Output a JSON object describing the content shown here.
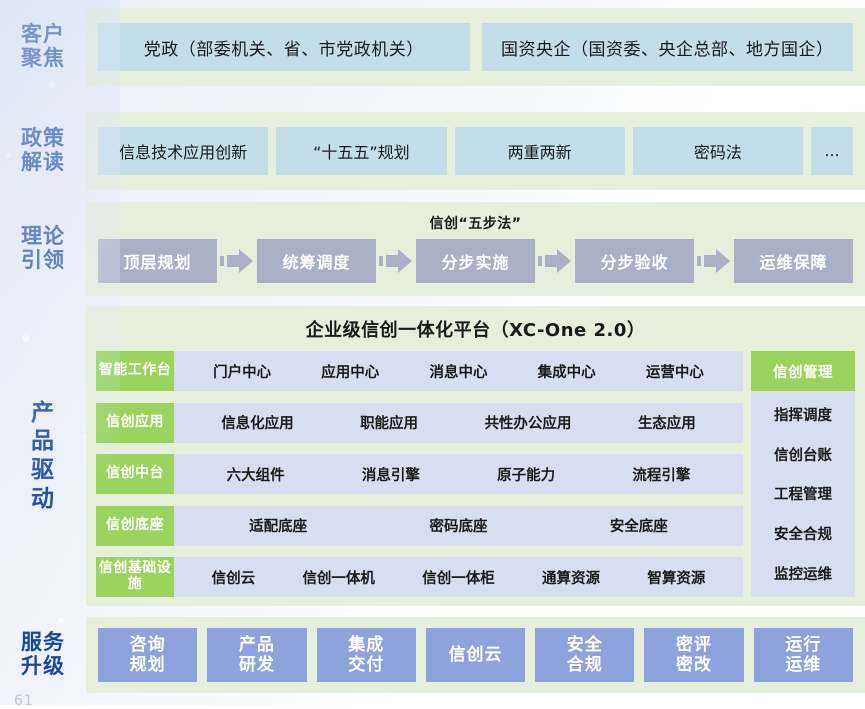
{
  "page_number": "61",
  "colors": {
    "band_bg": "#e6efdb",
    "chip_blue": "#c3dee9",
    "step_gray": "#aab1c6",
    "tag_green": "#9ad45f",
    "item_lavender": "#d7deef",
    "service_blue": "#8ea2dc",
    "label_navy": "#17479e"
  },
  "bands": {
    "customers": {
      "label_lines": [
        "客户",
        "聚焦"
      ],
      "chips": [
        "党政（部委机关、省、市党政机关）",
        "国资央企（国资委、央企总部、地方国企）"
      ]
    },
    "policy": {
      "label_lines": [
        "政策",
        "解读"
      ],
      "chips": [
        "信息技术应用创新",
        "“十五五”规划",
        "两重两新",
        "密码法",
        "…"
      ]
    },
    "theory": {
      "label_lines": [
        "理论",
        "引领"
      ],
      "title": "信创“五步法”",
      "steps": [
        "顶层规划",
        "统筹调度",
        "分步实施",
        "分步验收",
        "运维保障"
      ]
    },
    "product": {
      "label_lines": [
        "产",
        "品",
        "驱",
        "动"
      ],
      "title": "企业级信创一体化平台（XC-One 2.0）",
      "stack": [
        {
          "tag": "智能工作台",
          "items": [
            "门户中心",
            "应用中心",
            "消息中心",
            "集成中心",
            "运营中心"
          ]
        },
        {
          "tag": "信创应用",
          "items": [
            "信息化应用",
            "职能应用",
            "共性办公应用",
            "生态应用"
          ]
        },
        {
          "tag": "信创中台",
          "items": [
            "六大组件",
            "消息引擎",
            "原子能力",
            "流程引擎"
          ]
        },
        {
          "tag": "信创底座",
          "items": [
            "适配底座",
            "密码底座",
            "安全底座"
          ]
        },
        {
          "tag": "信创基础设施",
          "items": [
            "信创云",
            "信创一体机",
            "信创一体柜",
            "通算资源",
            "智算资源"
          ]
        }
      ],
      "management": {
        "header": "信创管理",
        "items": [
          "指挥调度",
          "信创台账",
          "工程管理",
          "安全合规",
          "监控运维"
        ]
      }
    },
    "service": {
      "label_lines": [
        "服务",
        "升级"
      ],
      "chips": [
        [
          "咨询",
          "规划"
        ],
        [
          "产品",
          "研发"
        ],
        [
          "集成",
          "交付"
        ],
        [
          "信创云"
        ],
        [
          "安全",
          "合规"
        ],
        [
          "密评",
          "密改"
        ],
        [
          "运行",
          "运维"
        ]
      ]
    }
  }
}
